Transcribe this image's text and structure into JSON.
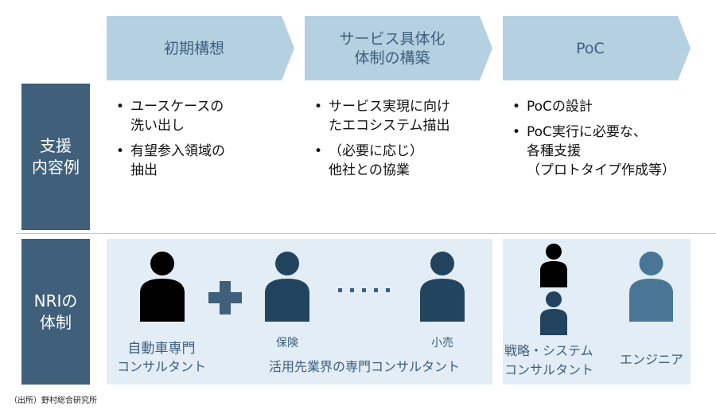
{
  "phases": [
    {
      "label_lines": [
        "初期構想"
      ]
    },
    {
      "label_lines": [
        "サービス具体化",
        "体制の構築"
      ]
    },
    {
      "label_lines": [
        "PoC"
      ]
    }
  ],
  "rows": {
    "support": {
      "label_lines": [
        "支援",
        "内容例"
      ]
    },
    "nri": {
      "label_lines": [
        "NRIの",
        "体制"
      ]
    }
  },
  "support_items": [
    {
      "bullets": [
        {
          "dot": "•",
          "text": "ユースケースの\n洗い出し"
        },
        {
          "dot": "•",
          "text": "有望参入領域の\n抽出"
        }
      ]
    },
    {
      "bullets": [
        {
          "dot": "•",
          "text": "サービス実現に向け\nたエコシステム描出"
        },
        {
          "dot": "•",
          "text": "（必要に応じ）\n他社との協業"
        }
      ]
    },
    {
      "bullets": [
        {
          "dot": "•",
          "text": "PoCの設計"
        },
        {
          "dot": "•",
          "text": "PoC実行に必要な、\n各種支援\n（プロトタイプ作成等）"
        }
      ]
    }
  ],
  "team": {
    "auto_consultant": {
      "line1": "自動車専門",
      "line2": "コンサルタント"
    },
    "plus_symbol": "+",
    "insurance": "保険",
    "ellipsis": "・・・・・",
    "retail": "小売",
    "industry_consultants": "活用先業界の専門コンサルタント",
    "strategy_consultant": {
      "line1": "戦略・システム",
      "line2": "コンサルタント"
    },
    "engineer": "エンジニア"
  },
  "colors": {
    "chevron": "#b5d0e1",
    "header_box": "#3f5f7a",
    "panel": "#e3edf5",
    "person_black": "#000000",
    "person_navy": "#22445f",
    "person_steel": "#4a7696",
    "plus": "#3f5f7a"
  },
  "source": "（出所）野村総合研究所"
}
